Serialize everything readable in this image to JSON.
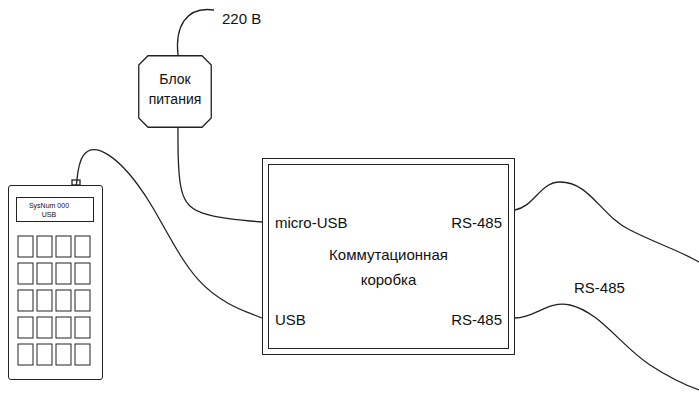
{
  "diagram": {
    "nodes": [
      {
        "text": [
          "Блок питания"
        ]
      },
      {
        "text": [
          "micro-USB",
          "RS-485",
          "Коммутационная коробка",
          "USB",
          "RS-485"
        ]
      },
      {
        "text": [
          "SysNum 000 USB"
        ]
      }
    ],
    "edges": [
      {
        "from": 0,
        "to": 1,
        "arrow": "none"
      },
      {
        "from": 2,
        "to": 1,
        "arrow": "none"
      }
    ],
    "labels": [
      "220 В",
      "RS-485"
    ]
  }
}
